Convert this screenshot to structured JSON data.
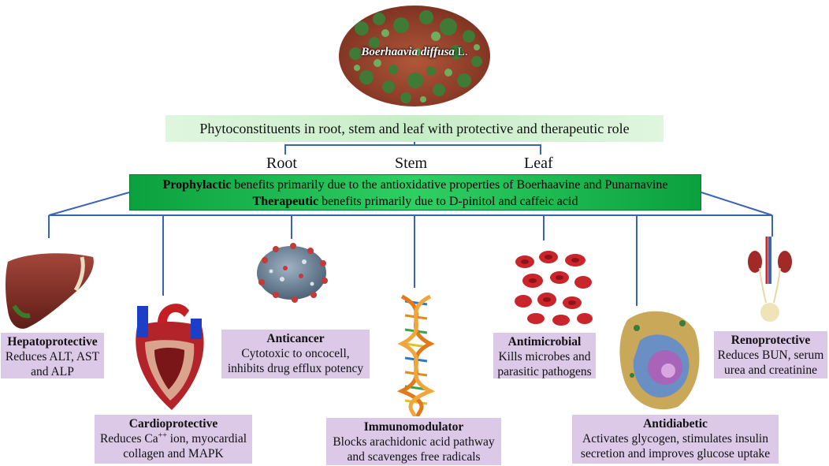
{
  "species": {
    "name": "Boerhaavia diffusa",
    "author": "L."
  },
  "phyto_title": "Phytoconstituents in root, stem and leaf with protective and therapeutic role",
  "parts": [
    "Root",
    "Stem",
    "Leaf"
  ],
  "benefits": {
    "prophylactic_label": "Prophylactic",
    "prophylactic_text": " benefits primarily due to the antioxidative properties of Boerhaavine and Punarnavine",
    "therapeutic_label": "Therapeutic",
    "therapeutic_text": " benefits primarily due to D-pinitol and caffeic acid"
  },
  "roles": {
    "hepato": {
      "title": "Hepatoprotective",
      "line1": "Reduces ALT, AST",
      "line2": "and ALP"
    },
    "cardio": {
      "title": "Cardioprotective",
      "line1_a": "Reduces Ca",
      "line1_sup": "++",
      "line1_b": " ion, myocardial",
      "line2": "collagen and MAPK"
    },
    "cancer": {
      "title": "Anticancer",
      "line1": "Cytotoxic to oncocell,",
      "line2": "inhibits drug efflux potency"
    },
    "immuno": {
      "title": "Immunomodulator",
      "line1": "Blocks arachidonic acid pathway",
      "line2": "and scavenges free radicals"
    },
    "microbial": {
      "title": "Antimicrobial",
      "line1": "Kills microbes and",
      "line2": "parasitic pathogens"
    },
    "diabetic": {
      "title": "Antidiabetic",
      "line1": "Activates glycogen, stimulates insulin",
      "line2": "secretion and improves glucose uptake"
    },
    "reno": {
      "title": "Renoprotective",
      "line1": "Reduces BUN, serum",
      "line2": "urea and creatinine"
    }
  },
  "colors": {
    "benefit_green": "#1fb84f",
    "phyto_green": "#c6edc6",
    "card_lilac": "#dcc9e8",
    "line_blue": "#3a63b8"
  }
}
